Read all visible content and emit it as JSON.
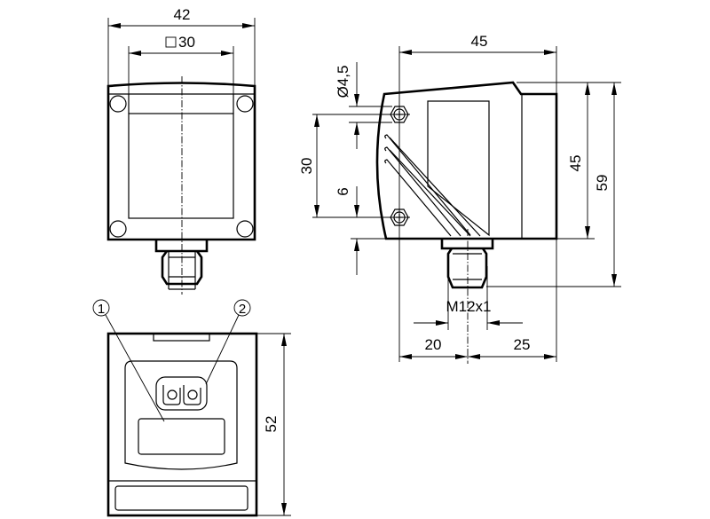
{
  "front_view": {
    "width_label": "42",
    "square_label": "30"
  },
  "side_view": {
    "depth_label": "45",
    "hole_label": "Ø4,5",
    "hole_spacing_label": "30",
    "hole_offset_label": "6",
    "height_label": "45",
    "total_height_label": "59",
    "connector_label": "M12x1",
    "connector_offset_left_label": "20",
    "connector_offset_right_label": "25"
  },
  "bottom_view": {
    "height_label": "52",
    "callout_1": "1",
    "callout_2": "2"
  }
}
